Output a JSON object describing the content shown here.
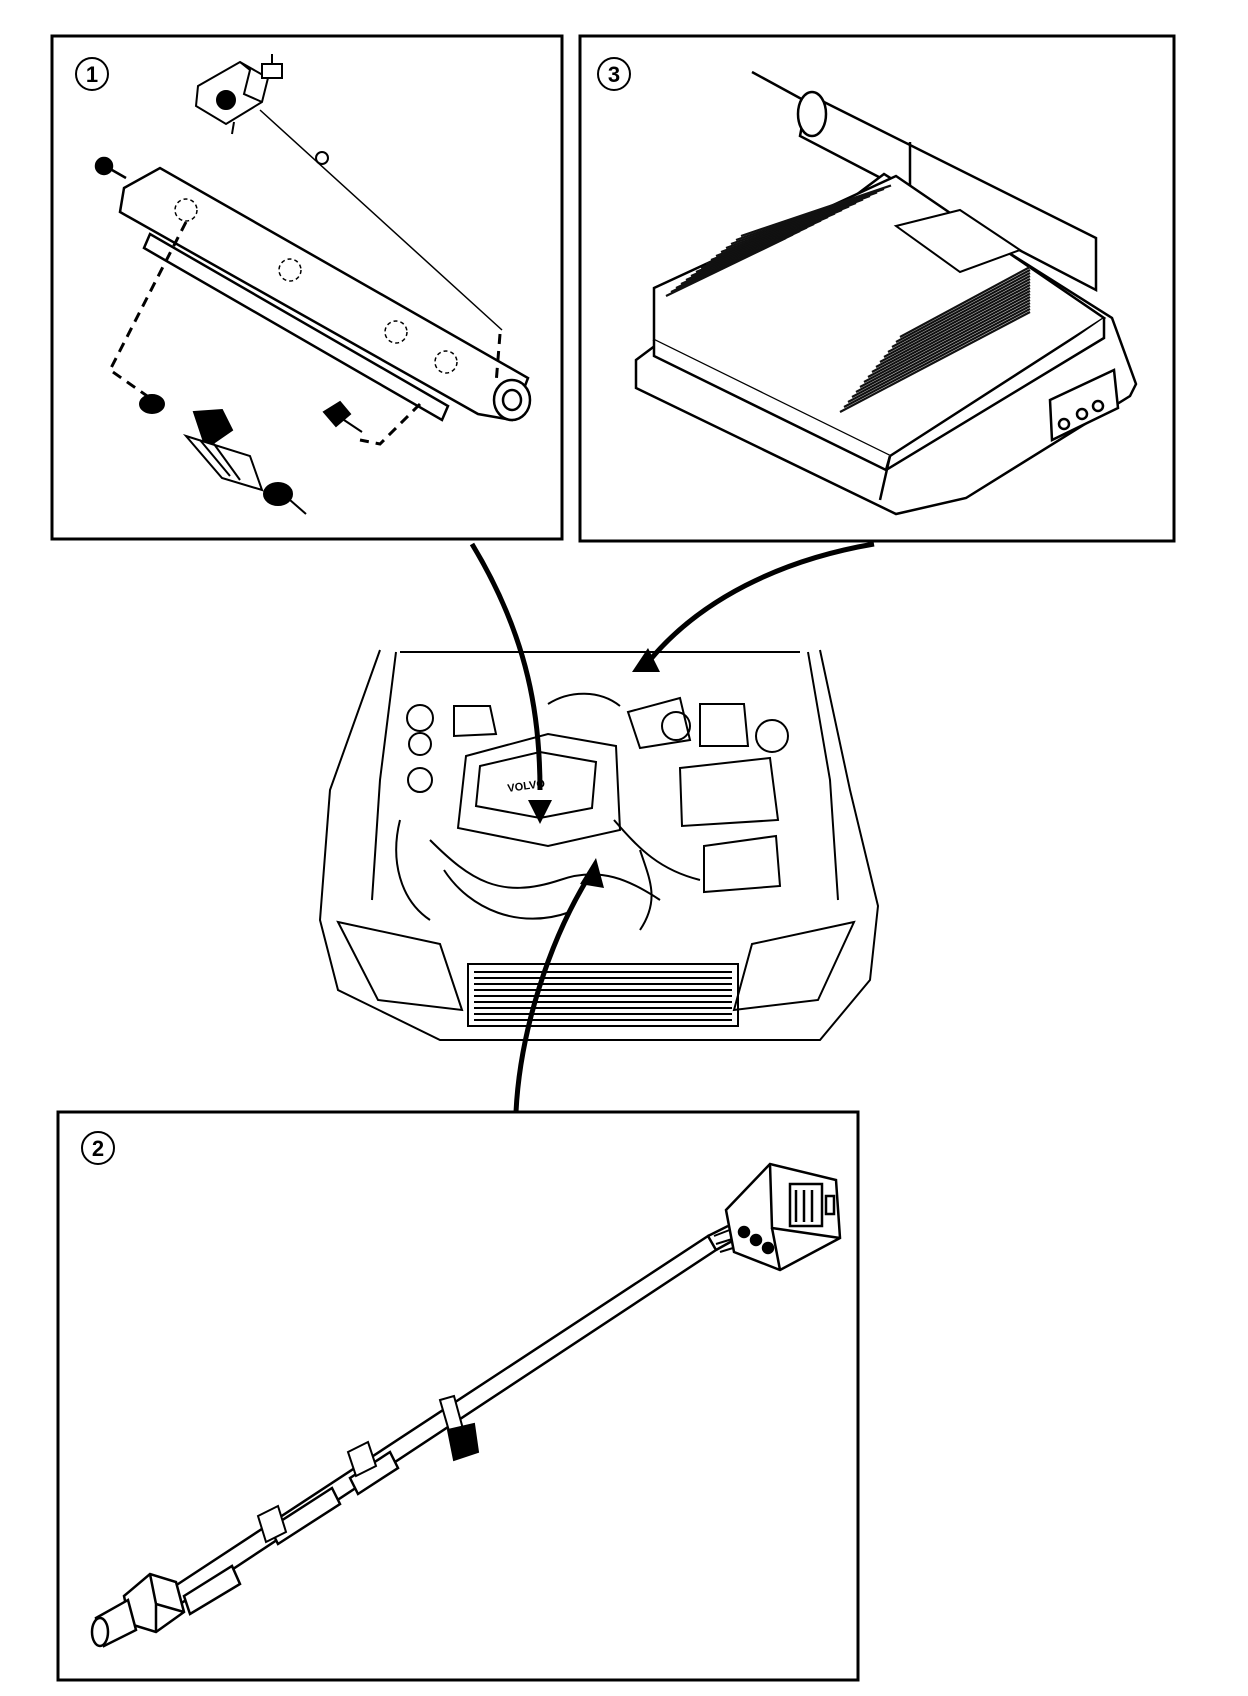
{
  "panels": [
    {
      "id": "fuel-rail",
      "callout": "1"
    },
    {
      "id": "lambda-sensor",
      "callout": "2"
    },
    {
      "id": "control-module",
      "callout": "3"
    }
  ],
  "engine_cover": {
    "brand": "VOLVO"
  },
  "colors": {
    "ink": "#000000",
    "paper": "#ffffff",
    "hatch": "#111111"
  }
}
